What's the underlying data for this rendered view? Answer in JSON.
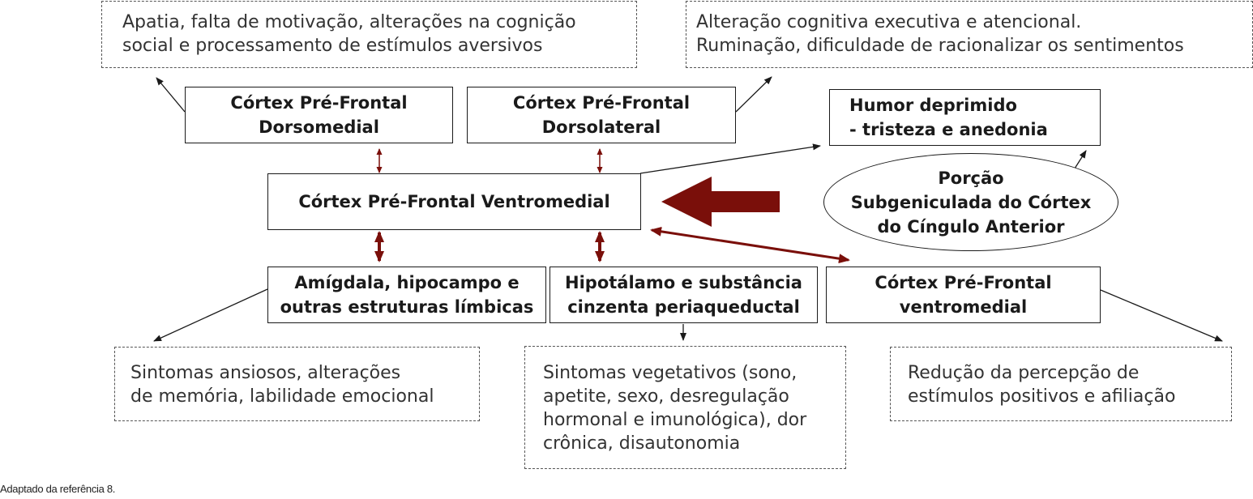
{
  "symptom_boxes": {
    "dorsomedial": [
      "Apatia, falta de motivação, alterações na cognição",
      "social e processamento de estímulos aversivos"
    ],
    "dorsolateral": [
      "Alteração cognitiva executiva e atencional.",
      "Ruminação, dificuldade de racionalizar os sentimentos"
    ],
    "limbic": [
      "Sintomas ansiosos, alterações",
      "de memória, labilidade emocional"
    ],
    "vegetative": [
      "Sintomas vegetativos (sono,",
      "apetite, sexo, desregulação",
      "hormonal e imunológica), dor",
      "crônica, disautonomia"
    ],
    "positive": [
      "Redução da percepção de",
      "estímulos positivos e afiliação"
    ]
  },
  "regions": {
    "dmpfc": [
      "Córtex Pré-Frontal",
      "Dorsomedial"
    ],
    "dlpfc": [
      "Córtex Pré-Frontal",
      "Dorsolateral"
    ],
    "vmpfc_center": [
      "Córtex Pré-Frontal Ventromedial"
    ],
    "mood": [
      "Humor deprimido",
      "- tristeza e anedonia"
    ],
    "sgacc": [
      "Porção",
      "Subgeniculada do Córtex",
      "do Cíngulo Anterior"
    ],
    "amygdala": [
      "Amígdala, hipocampo e",
      "outras estruturas límbicas"
    ],
    "hypothalamus": [
      "Hipotálamo e substância",
      "cinzenta periaqueductal"
    ],
    "vmpfc_right": [
      "Córtex Pré-Frontal",
      "ventromedial"
    ]
  },
  "colors": {
    "arrow_accent": "#7a0f0a",
    "line": "#1a1a1a"
  },
  "footnote": "Adaptado da referência 8."
}
